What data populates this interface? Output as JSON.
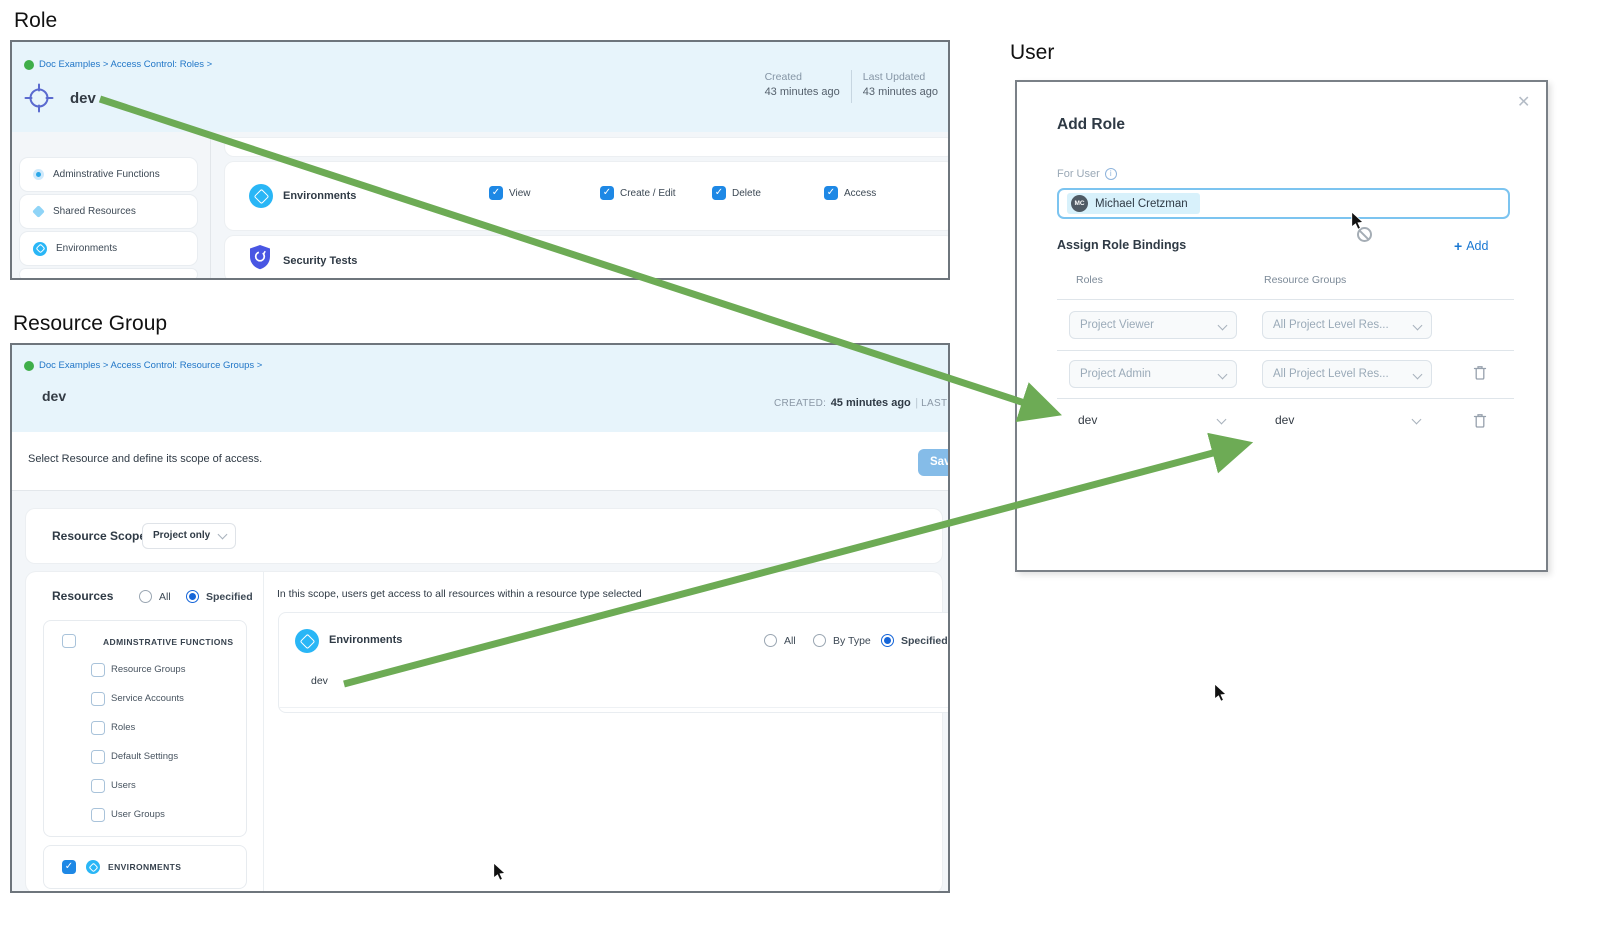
{
  "page": {
    "role_heading": "Role",
    "resource_group_heading": "Resource Group",
    "user_heading": "User"
  },
  "role": {
    "breadcrumb": "Doc Examples > Access Control: Roles >",
    "title": "dev",
    "created_label": "Created",
    "created_value": "43 minutes ago",
    "updated_label": "Last Updated",
    "updated_value": "43 minutes ago",
    "sidebar": [
      {
        "label": "Adminstrative Functions"
      },
      {
        "label": "Shared Resources"
      },
      {
        "label": "Environments"
      }
    ],
    "resource_row": {
      "label": "Environments",
      "permissions": [
        {
          "label": "View",
          "checked": true
        },
        {
          "label": "Create / Edit",
          "checked": true
        },
        {
          "label": "Delete",
          "checked": true
        },
        {
          "label": "Access",
          "checked": true
        }
      ]
    },
    "next_row": {
      "label": "Security Tests"
    }
  },
  "resource_group": {
    "breadcrumb": "Doc Examples > Access Control: Resource Groups >",
    "title": "dev",
    "created_label": "CREATED:",
    "created_value": "45 minutes ago",
    "updated_label": "LAST UPDATED:",
    "instruction": "Select Resource and define its scope of access.",
    "save_label": "Save",
    "scope": {
      "label": "Resource Scope",
      "value": "Project only"
    },
    "resources": {
      "label": "Resources",
      "options": [
        {
          "label": "All",
          "selected": false
        },
        {
          "label": "Specified",
          "selected": true
        }
      ]
    },
    "tree": {
      "parent": "ADMINSTRATIVE FUNCTIONS",
      "children": [
        "Resource Groups",
        "Service Accounts",
        "Roles",
        "Default Settings",
        "Users",
        "User Groups"
      ],
      "environments": "ENVIRONMENTS"
    },
    "scope_note": "In this scope, users get access to all resources within a resource type selected",
    "env_scope": {
      "label": "Environments",
      "options": [
        {
          "label": "All",
          "selected": false
        },
        {
          "label": "By Type",
          "selected": false
        },
        {
          "label": "Specified",
          "selected": true
        }
      ],
      "item": "dev"
    }
  },
  "user": {
    "modal_title": "Add Role",
    "for_user_label": "For User",
    "selected_user": {
      "initials": "MC",
      "name": "Michael Cretzman"
    },
    "bindings_label": "Assign Role Bindings",
    "add_label": "Add",
    "columns": {
      "roles": "Roles",
      "groups": "Resource Groups"
    },
    "bindings": [
      {
        "role": "Project Viewer",
        "resource_group": "All Project Level Res...",
        "deletable": false
      },
      {
        "role": "Project Admin",
        "resource_group": "All Project Level Res...",
        "deletable": true
      },
      {
        "role": "dev",
        "resource_group": "dev",
        "deletable": true
      }
    ]
  },
  "icons": {
    "close": "✕",
    "add_plus": "+",
    "info": "i",
    "breadcrumb_project": "green-dot",
    "role_title": "crosshair-target",
    "environments": "cyan-cube-circle",
    "security_tests": "shield-scan",
    "admin_functions": "dotted-circle",
    "shared_resources": "diamond",
    "delete": "trash-outline",
    "dropdown": "chevron-down",
    "blocked_cursor": "no-entry",
    "pointer_cursor": "arrow"
  },
  "colors": {
    "panel_header_bg": "#e7f4fb",
    "breadcrumb_link": "#2176c7",
    "breadcrumb_dot": "#3fae49",
    "checkbox_checked": "#1e88e5",
    "radio_selected": "#1565d8",
    "environments_icon": "#29b6f6",
    "security_icon": "#4956e3",
    "accent_blue": "#1a78d2",
    "save_button_bg": "#85bce8",
    "arrow_green": "#6dab55",
    "input_focus_border": "#7cc4f0",
    "chip_bg": "#d8f1fb"
  }
}
